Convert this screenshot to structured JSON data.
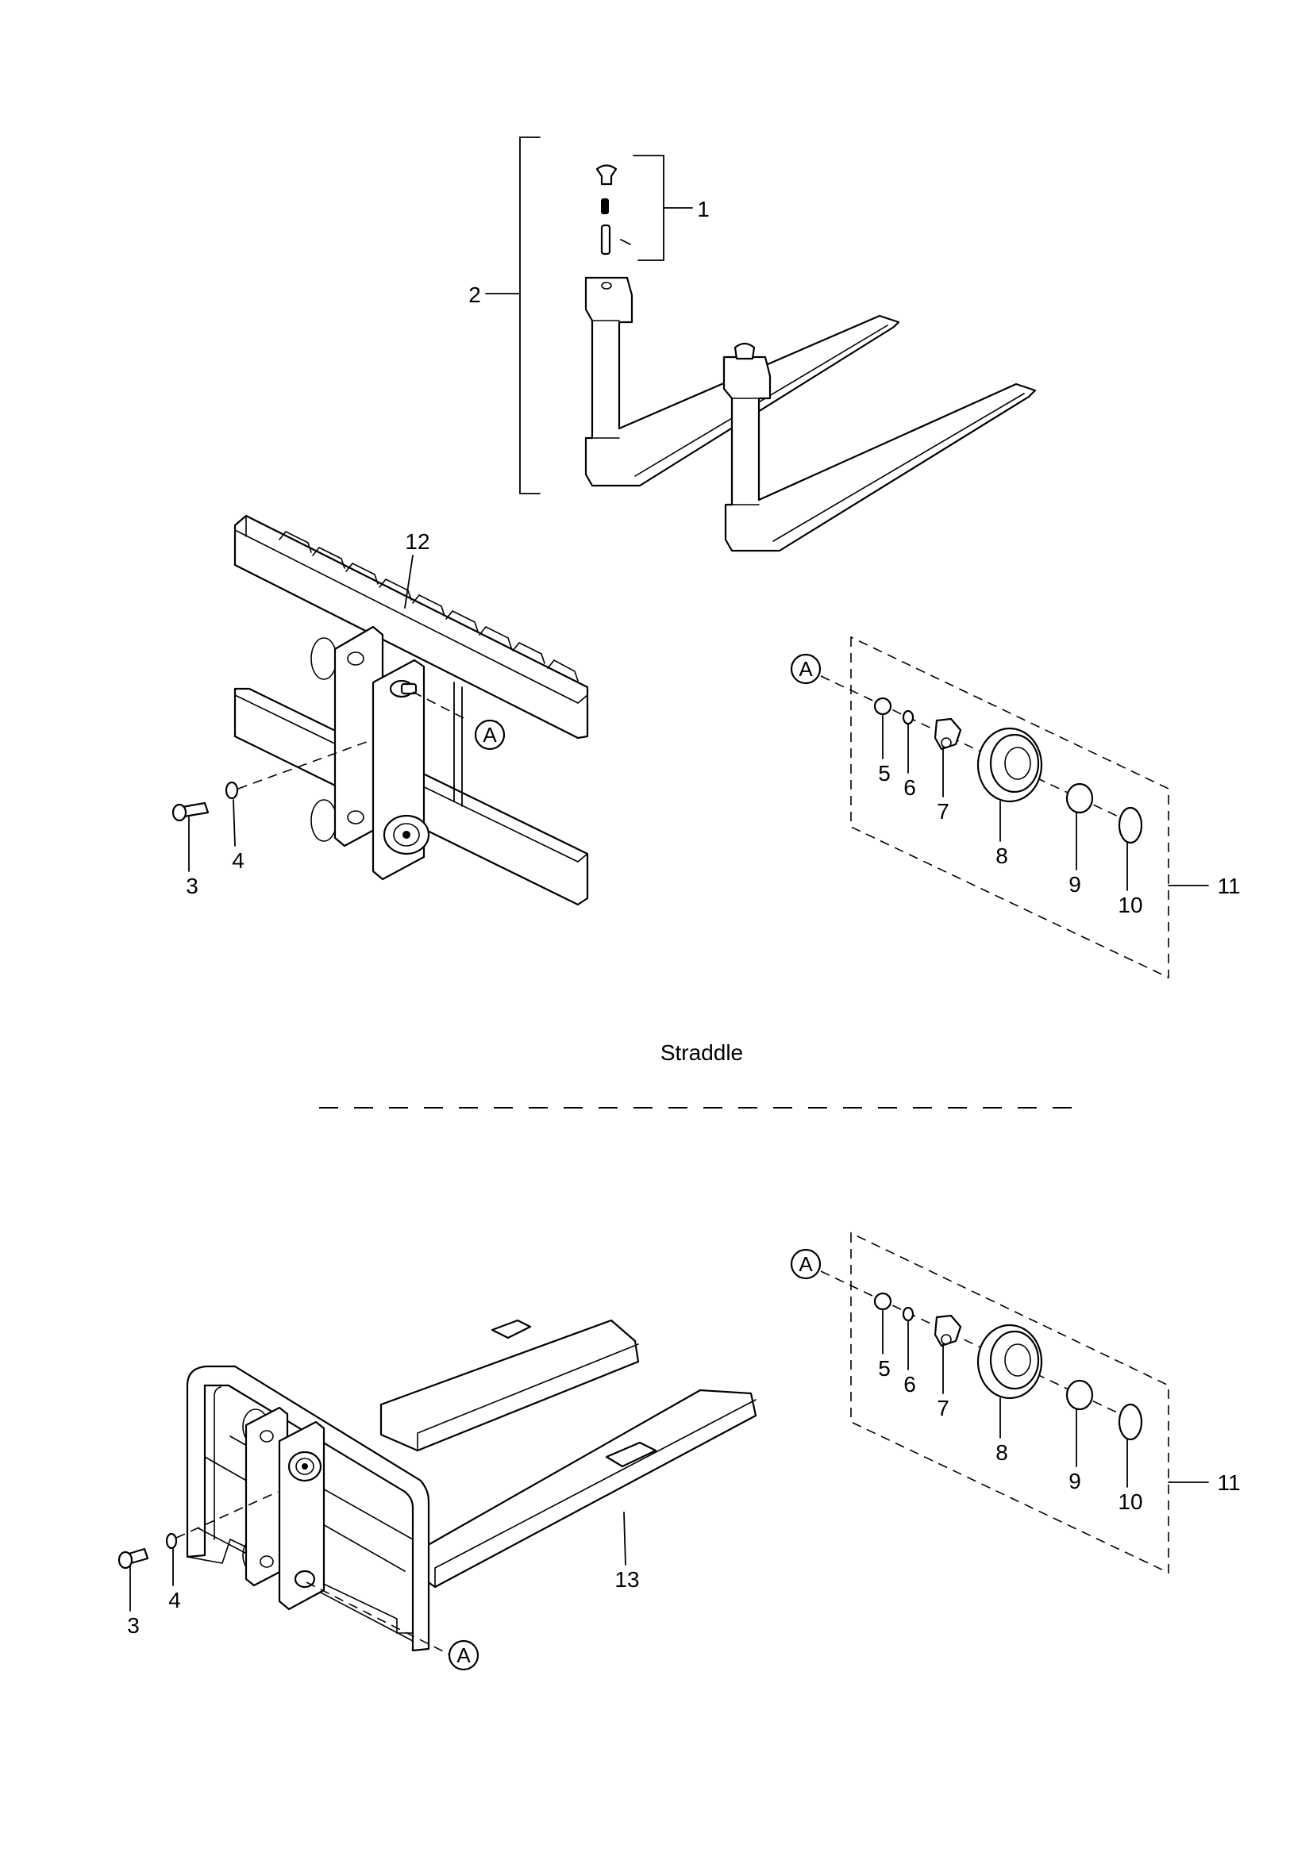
{
  "diagram": {
    "caption": "Straddle",
    "reference_marker": "A",
    "top_assembly": {
      "callouts": {
        "c1": "1",
        "c2": "2",
        "c3": "3",
        "c4": "4",
        "c12": "12"
      },
      "detail_callouts": {
        "c5": "5",
        "c6": "6",
        "c7": "7",
        "c8": "8",
        "c9": "9",
        "c10": "10",
        "c11": "11"
      }
    },
    "bottom_assembly": {
      "callouts": {
        "c3": "3",
        "c4": "4",
        "c13": "13"
      },
      "detail_callouts": {
        "c5": "5",
        "c6": "6",
        "c7": "7",
        "c8": "8",
        "c9": "9",
        "c10": "10",
        "c11": "11"
      }
    }
  }
}
